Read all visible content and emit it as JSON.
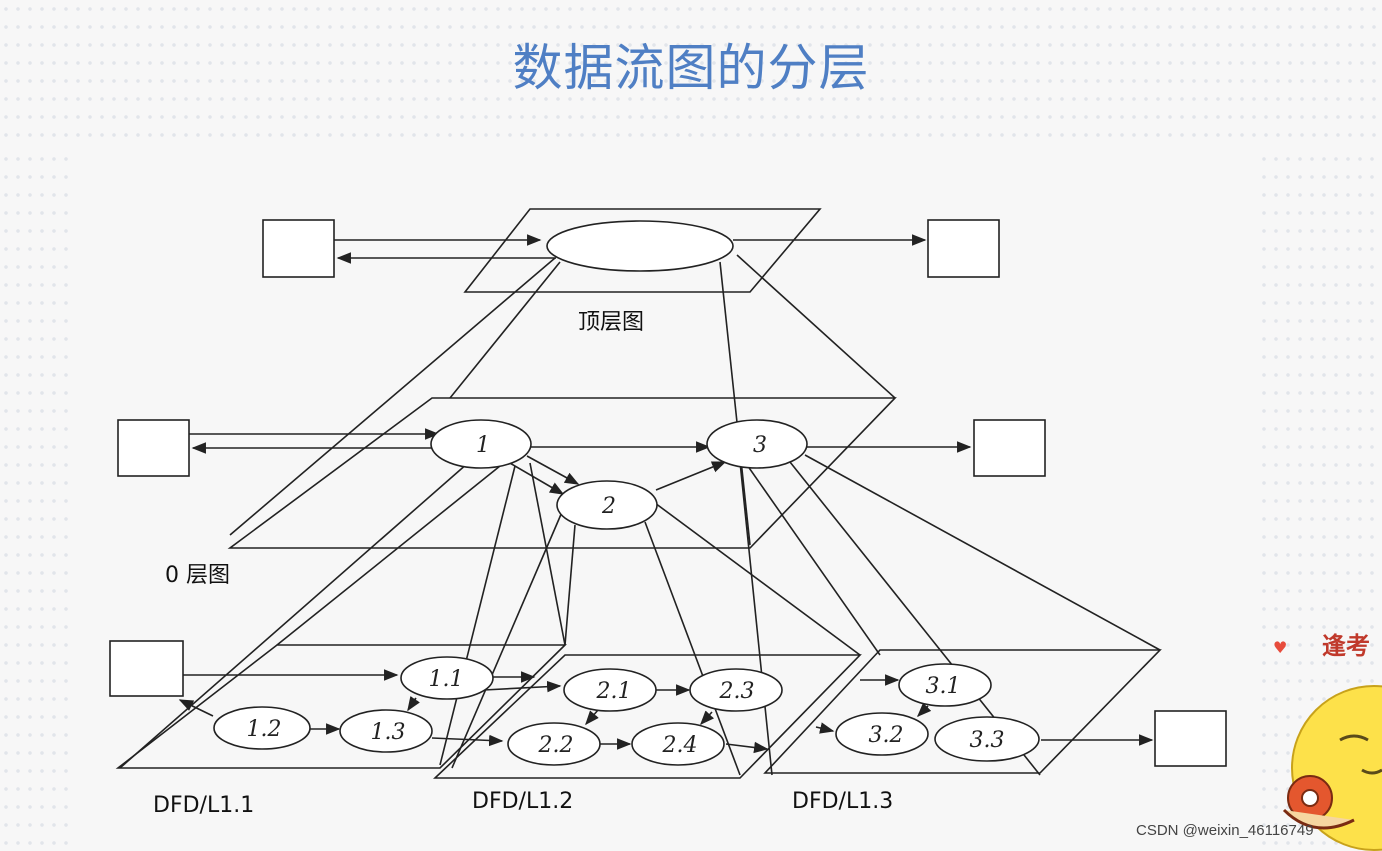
{
  "title": "数据流图的分层",
  "levels": {
    "top": "顶层图",
    "zero": "0 层图",
    "l11": "DFD/L1.1",
    "l12": "DFD/L1.2",
    "l13": "DFD/L1.3"
  },
  "processes": {
    "p1": "1",
    "p2": "2",
    "p3": "3",
    "p11": "1.1",
    "p12": "1.2",
    "p13": "1.3",
    "p21": "2.1",
    "p22": "2.2",
    "p23": "2.3",
    "p24": "2.4",
    "p31": "3.1",
    "p32": "3.2",
    "p33": "3.3"
  },
  "watermark": "CSDN @weixin_46116749",
  "corner_text": "逢考",
  "colors": {
    "title": "#4f7fc4",
    "line": "#222222"
  }
}
